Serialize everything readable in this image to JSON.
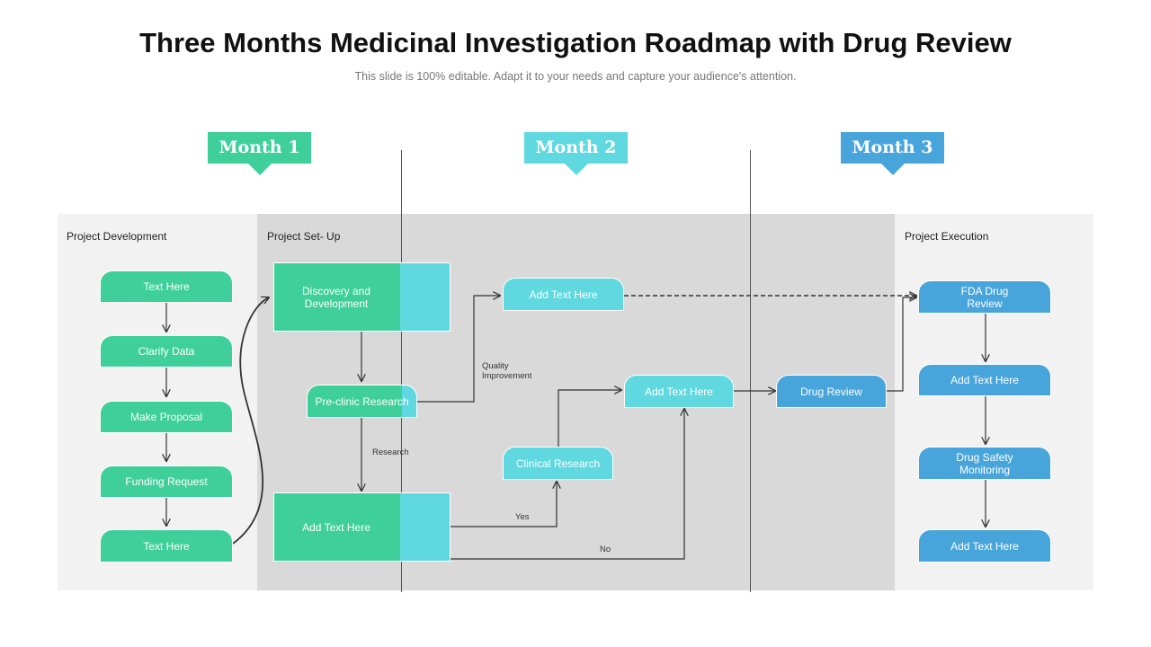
{
  "header": {
    "title": "Three Months Medicinal Investigation Roadmap with Drug Review",
    "subtitle": "This slide is 100% editable. Adapt it to your needs and capture your audience's attention."
  },
  "months": [
    "Month 1",
    "Month 2",
    "Month 3"
  ],
  "sections": {
    "development": "Project Development",
    "setup": "Project Set- Up",
    "execution": "Project Execution"
  },
  "development_steps": [
    "Text Here",
    "Clarify Data",
    "Make Proposal",
    "Funding Request",
    "Text Here"
  ],
  "setup_nodes": {
    "discovery": "Discovery and Development",
    "preclinic": "Pre-clinic Research",
    "add_bottom": "Add Text Here",
    "add_top": "Add Text Here",
    "add_middle": "Add Text Here",
    "clinical": "Clinical Research",
    "drug_review": "Drug Review"
  },
  "annotations": {
    "quality": "Quality Improvement",
    "research": "Research",
    "yes": "Yes",
    "no": "No"
  },
  "execution_steps": [
    "FDA Drug Review",
    "Add Text Here",
    "Drug Safety Monitoring",
    "Add Text Here"
  ],
  "colors": {
    "green": "#3ecf9a",
    "cyan": "#5fd8e0",
    "blue": "#48a5dc",
    "band_light": "#f2f2f2",
    "band_dark": "#d9d9d9"
  }
}
